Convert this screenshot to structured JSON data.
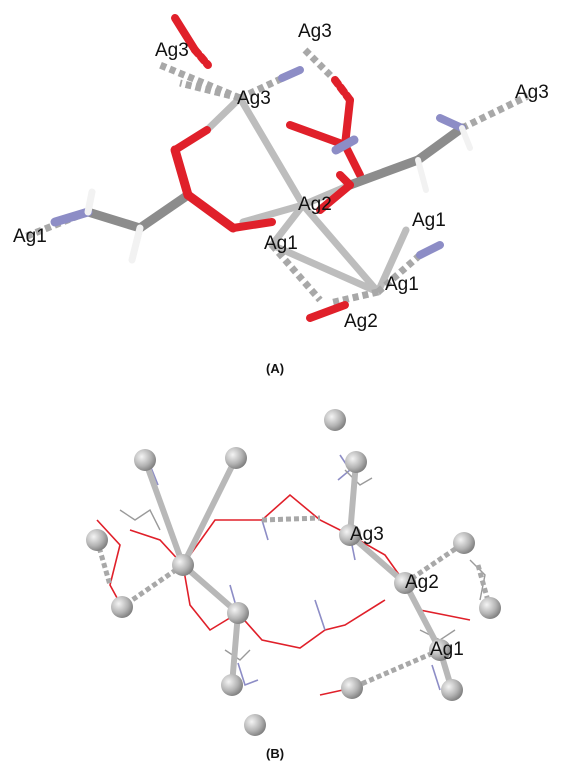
{
  "panels": [
    {
      "label": "(A)",
      "atom_labels": [
        "Ag3",
        "Ag3",
        "Ag3",
        "Ag3",
        "Ag2",
        "Ag1",
        "Ag1",
        "Ag1",
        "Ag1",
        "Ag2"
      ]
    },
    {
      "label": "(B)",
      "atom_labels": [
        "Ag3",
        "Ag2",
        "Ag1"
      ]
    }
  ],
  "colors": {
    "silver": "#bdbdbd",
    "carbon": "#8c8c8c",
    "oxygen": "#e0202a",
    "nitrogen": "#8d8dc6",
    "hydrogen": "#f2f2f2",
    "text": "#111111"
  }
}
